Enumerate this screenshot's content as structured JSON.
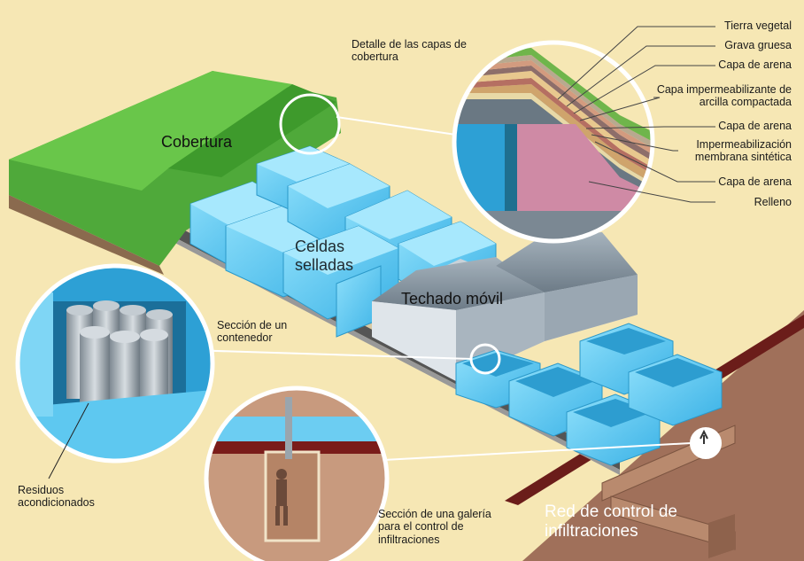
{
  "labels": {
    "detalle": "Detalle de las capas de cobertura",
    "cobertura": "Cobertura",
    "celdas": "Celdas selladas",
    "techado": "Techado móvil",
    "seccion_contenedor": "Sección de un contenedor",
    "residuos": "Residuos acondicionados",
    "seccion_galeria": "Sección de una galería para el control de infiltraciones",
    "red_control": "Red de control de infiltraciones"
  },
  "layers": [
    "Tierra vegetal",
    "Grava gruesa",
    "Capa de arena",
    "Capa impermeabilizante de arcilla compactada",
    "Capa de arena",
    "Impermeabilización membrana sintética",
    "Capa de arena",
    "Relleno"
  ],
  "colors": {
    "background": "#f6e7b4",
    "grass": "#5cb83a",
    "cell_blue": "#5ec8f0",
    "roof_grey": "#8c9aa6",
    "ground_brown": "#a0705a",
    "layer_pink": "#d48aa6"
  },
  "icons": [
    "magnifier-circle",
    "worker-figure",
    "drum-containers"
  ]
}
